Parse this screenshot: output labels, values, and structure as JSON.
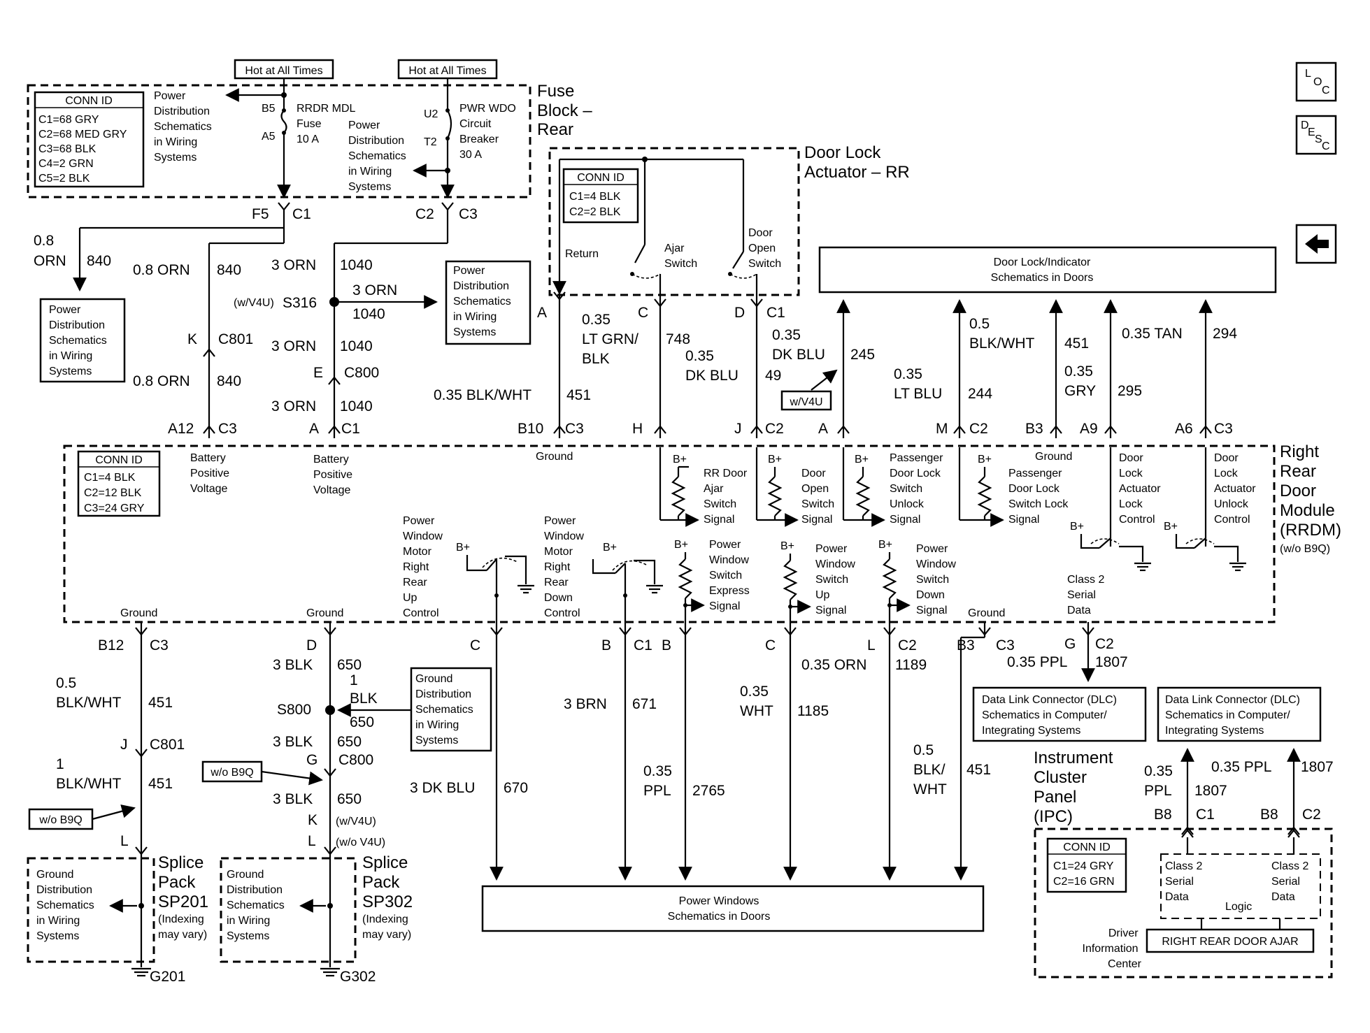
{
  "fuse_block": {
    "title_lines": [
      "Fuse",
      "Block –",
      "Rear"
    ],
    "hot_left": "Hot at All Times",
    "hot_right": "Hot at All Times",
    "conn_title": "CONN ID",
    "conn_lines": [
      "C1=68 GRY",
      "C2=68 MED GRY",
      "C3=68 BLK",
      "C4=2 GRN",
      "C5=2 BLK"
    ],
    "pds_left": [
      "Power",
      "Distribution",
      "Schematics",
      "in Wiring",
      "Systems"
    ],
    "pds_mid": [
      "Power",
      "Distribution",
      "Schematics",
      "in Wiring",
      "Systems"
    ],
    "fuse_name": [
      "RRDR MDL",
      "Fuse",
      "10 A"
    ],
    "breaker_name": [
      "PWR WDO",
      "Circuit",
      "Breaker",
      "30 A"
    ],
    "pins": {
      "b5": "B5",
      "a5": "A5",
      "u2": "U2",
      "t2": "T2"
    },
    "f5": "F5",
    "c1": "C1",
    "c2": "C2",
    "c3": "C3"
  },
  "door_lock_actuator": {
    "title_lines": [
      "Door Lock",
      "Actuator – RR"
    ],
    "conn_title": "CONN ID",
    "conn_lines": [
      "C1=4 BLK",
      "C2=2 BLK"
    ],
    "return_label": "Return",
    "ajar_switch": [
      "Ajar",
      "Switch"
    ],
    "door_open_switch": [
      "Door",
      "Open",
      "Switch"
    ],
    "pin_a": "A",
    "pin_c": "C",
    "pin_d": "D",
    "pin_c1": "C1"
  },
  "upper_wires": {
    "w840_left_a": "0.8",
    "w840_left_b": "ORN",
    "w840_left_num": "840",
    "w840_a": "0.8 ORN",
    "w840_a_num": "840",
    "w840_b": "0.8 ORN",
    "w840_b_num": "840",
    "w1040_a": "3 ORN",
    "w1040_a_num": "1040",
    "w1040_b": "3 ORN",
    "w1040_b_num": "1040",
    "w1040_c": "3 ORN",
    "w1040_c_num": "1040",
    "w1040_d": "3 ORN",
    "w1040_d_num": "1040",
    "s316_opt": "(w/V4U)",
    "s316": "S316",
    "k": "K",
    "c801": "C801",
    "e": "E",
    "c800": "C800",
    "a12": "A12",
    "c3": "C3",
    "a": "A",
    "c1": "C1",
    "w451": "0.35 BLK/WHT",
    "w451_num": "451",
    "w748_a": "0.35",
    "w748_b": "LT GRN/",
    "w748_c": "BLK",
    "w748_num": "748",
    "w49_a": "0.35",
    "w49_b": "DK BLU",
    "w49_num": "49",
    "w245_a": "0.35",
    "w245_b": "DK BLU",
    "w245_num": "245",
    "w244_a": "0.35",
    "w244_b": "LT BLU",
    "w244_num": "244",
    "w451b_a": "0.5",
    "w451b_b": "BLK/WHT",
    "w451b_num": "451",
    "w295_a": "0.35",
    "w295_b": "GRY",
    "w295_num": "295",
    "w294": "0.35 TAN",
    "w294_num": "294",
    "wv4u": "w/V4U",
    "b10": "B10",
    "c3b": "C3",
    "h": "H",
    "j": "J",
    "c2": "C2",
    "a_pin": "A",
    "m": "M",
    "c2b": "C2",
    "b3": "B3",
    "a9": "A9",
    "a6": "A6",
    "c3c": "C3"
  },
  "pds_box_right": [
    "Power",
    "Distribution",
    "Schematics",
    "in Wiring",
    "Systems"
  ],
  "pds_box_left": [
    "Power",
    "Distribution",
    "Schematics",
    "in Wiring",
    "Systems"
  ],
  "door_lock_indicator": [
    "Door Lock/Indicator",
    "Schematics in Doors"
  ],
  "rrdm": {
    "title_lines": [
      "Right",
      "Rear",
      "Door",
      "Module",
      "(RRDM)",
      "(w/o B9Q)"
    ],
    "conn_title": "CONN ID",
    "conn_lines": [
      "C1=4 BLK",
      "C2=12 BLK",
      "C3=24 GRY"
    ],
    "battery_a": [
      "Battery",
      "Positive",
      "Voltage"
    ],
    "battery_b": [
      "Battery",
      "Positive",
      "Voltage"
    ],
    "ground_top": "Ground",
    "ground_top2": "Ground",
    "rr_door_ajar": [
      "RR Door",
      "Ajar",
      "Switch",
      "Signal"
    ],
    "door_open_sw": [
      "Door",
      "Open",
      "Switch",
      "Signal"
    ],
    "pass_unlock": [
      "Passenger",
      "Door Lock",
      "Switch",
      "Unlock",
      "Signal"
    ],
    "pass_lock": [
      "Passenger",
      "Door Lock",
      "Switch Lock",
      "Signal"
    ],
    "act_lock": [
      "Door",
      "Lock",
      "Actuator",
      "Lock",
      "Control"
    ],
    "act_unlock": [
      "Door",
      "Lock",
      "Actuator",
      "Unlock",
      "Control"
    ],
    "pw_up": [
      "Power",
      "Window",
      "Motor",
      "Right",
      "Rear",
      "Up",
      "Control"
    ],
    "pw_down": [
      "Power",
      "Window",
      "Motor",
      "Right",
      "Rear",
      "Down",
      "Control"
    ],
    "sw_express": [
      "Power",
      "Window",
      "Switch",
      "Express",
      "Signal"
    ],
    "sw_up": [
      "Power",
      "Window",
      "Switch",
      "Up",
      "Signal"
    ],
    "sw_down": [
      "Power",
      "Window",
      "Switch",
      "Down",
      "Signal"
    ],
    "class2": [
      "Class 2",
      "Serial",
      "Data"
    ],
    "ground_b1": "Ground",
    "ground_b2": "Ground",
    "ground_b3": "Ground",
    "bplus": "B+"
  },
  "lower_wires": {
    "b12": "B12",
    "c3": "C3",
    "w451_a": "0.5",
    "w451_b": "BLK/WHT",
    "w451_num": "451",
    "j": "J",
    "c801": "C801",
    "w451c_a": "1",
    "w451c_b": "BLK/WHT",
    "w451c_num": "451",
    "wob9q_a": "w/o B9Q",
    "wob9q_b": "w/o B9Q",
    "l_left": "L",
    "d": "D",
    "w650_a": "3 BLK",
    "w650_a_num": "650",
    "w650_b1": "1",
    "w650_b2": "BLK",
    "w650_b_num": "650",
    "s800": "S800",
    "w650_c": "3 BLK",
    "w650_c_num": "650",
    "g": "G",
    "c800": "C800",
    "w650_d": "3 BLK",
    "w650_d_num": "650",
    "k": "K",
    "kopt": "(w/V4U)",
    "l": "L",
    "lopt": "(w/o V4U)",
    "c_pin": "C",
    "w670": "3 DK BLU",
    "w670_num": "670",
    "b_pin": "B",
    "c1": "C1",
    "b2_pin": "B",
    "w671": "3 BRN",
    "w671_num": "671",
    "w2765_a": "0.35",
    "w2765_b": "PPL",
    "w2765_num": "2765",
    "c2_pin": "C",
    "w1185_a": "0.35",
    "w1185_b": "WHT",
    "w1185_num": "1185",
    "l2": "L",
    "c2": "C2",
    "w1189": "0.35 ORN",
    "w1189_num": "1189",
    "b3": "B3",
    "c3b": "C3",
    "w451d_a": "0.5",
    "w451d_b": "BLK/",
    "w451d_c": "WHT",
    "w451d_num": "451",
    "g_pin": "G",
    "c2b": "C2",
    "w1807": "0.35 PPL",
    "w1807_num": "1807"
  },
  "splice_sp201": [
    "Splice",
    "Pack",
    "SP201",
    "(Indexing",
    "may vary)"
  ],
  "splice_sp302": [
    "Splice",
    "Pack",
    "SP302",
    "(Indexing",
    "may vary)"
  ],
  "gds_a": [
    "Ground",
    "Distribution",
    "Schematics",
    "in Wiring",
    "Systems"
  ],
  "gds_b": [
    "Ground",
    "Distribution",
    "Schematics",
    "in Wiring",
    "Systems"
  ],
  "gds_c": [
    "Ground",
    "Distribution",
    "Schematics",
    "in Wiring",
    "Systems"
  ],
  "g201": "G201",
  "g302": "G302",
  "power_windows": [
    "Power Windows",
    "Schematics in Doors"
  ],
  "dlc_a": [
    "Data Link Connector (DLC)",
    "Schematics in Computer/",
    "Integrating Systems"
  ],
  "dlc_b": [
    "Data Link Connector (DLC)",
    "Schematics in Computer/",
    "Integrating Systems"
  ],
  "ipc": {
    "title_lines": [
      "Instrument",
      "Cluster",
      "Panel",
      "(IPC)"
    ],
    "w1807_a": "0.35",
    "w1807_b": "PPL",
    "w1807_num": "1807",
    "w1807c": "0.35 PPL",
    "w1807c_num": "1807",
    "b8a": "B8",
    "c1": "C1",
    "b8b": "B8",
    "c2": "C2",
    "conn_title": "CONN ID",
    "conn_lines": [
      "C1=24 GRY",
      "C2=16 GRN"
    ],
    "class2_a": [
      "Class 2",
      "Serial",
      "Data"
    ],
    "class2_b": [
      "Class 2",
      "Serial",
      "Data"
    ],
    "logic": "Logic",
    "dic": [
      "Driver",
      "Information",
      "Center"
    ],
    "display": "RIGHT REAR DOOR AJAR"
  },
  "nav": {
    "loc": [
      "L",
      "O",
      "C"
    ],
    "desc": [
      "D",
      "E",
      "S",
      "C"
    ]
  }
}
